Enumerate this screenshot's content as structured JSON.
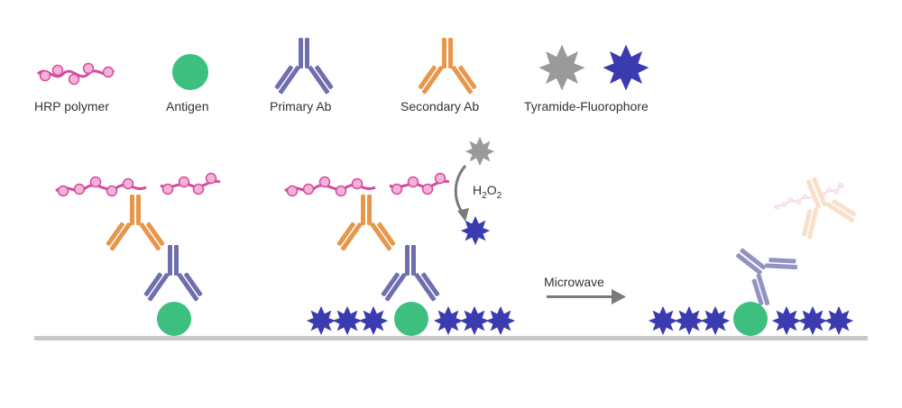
{
  "legend": {
    "hrp_label": "HRP polymer",
    "antigen_label": "Antigen",
    "primary_label": "Primary Ab",
    "secondary_label": "Secondary Ab",
    "tyramide_label": "Tyramide-Fluorophore"
  },
  "reaction": {
    "h2o2_main": "H",
    "h2o2_sub1": "2",
    "h2o2_o": "O",
    "h2o2_sub2": "2"
  },
  "process": {
    "arrow_label": "Microwave"
  },
  "colors": {
    "hrp": "#d44aa0",
    "hrp_bead": "#f2b3d6",
    "antigen": "#3cbf7f",
    "primary": "#6f6fb0",
    "secondary": "#e8964a",
    "tyramide_gray": "#9a9a9a",
    "fluorophore": "#3b3bb0",
    "surface": "#c8c8c8",
    "arrow": "#7a7a7a"
  }
}
